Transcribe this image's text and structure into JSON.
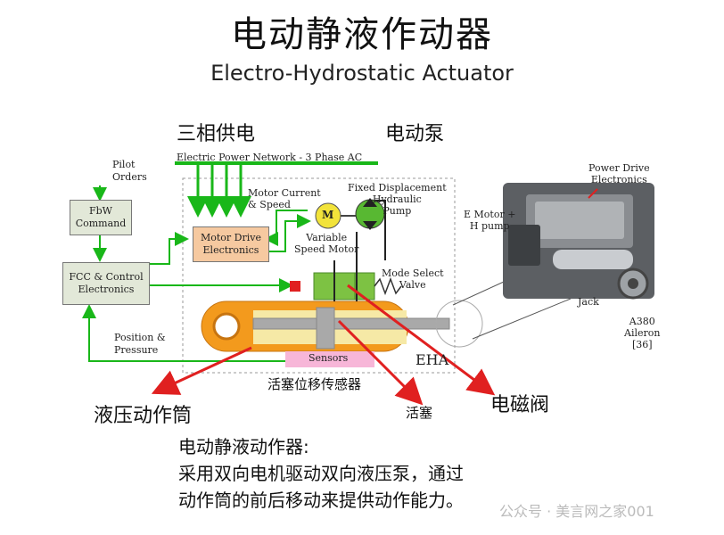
{
  "title": {
    "chinese": "电动静液作动器",
    "english": "Electro-Hydrostatic Actuator"
  },
  "labels_cn": {
    "three_phase": "三相供电",
    "pump": "电动泵",
    "cylinder": "液压动作筒",
    "position_sensor": "活塞位移传感器",
    "piston": "活塞",
    "solenoid_valve": "电磁阀"
  },
  "diagram": {
    "power_network": "Electric Power Network - 3 Phase AC",
    "pilot_orders": "Pilot\nOrders",
    "fbw_command": "FbW\nCommand",
    "fcc": "FCC & Control\nElectronics",
    "motor_current_speed": "Motor Current\n& Speed",
    "motor_drive": "Motor Drive\nElectronics",
    "motor_symbol": "M",
    "variable_speed_motor": "Variable\nSpeed Motor",
    "fixed_displacement_pump": "Fixed Displacement\nHydraulic\nPump",
    "mode_select_valve": "Mode Select\nValve",
    "position_pressure": "Position &\nPressure",
    "sensors": "Sensors",
    "eha": "EHA"
  },
  "photo": {
    "power_drive_electronics": "Power Drive\nElectronics",
    "e_motor_h_pump": "E Motor +\nH pump",
    "jack": "Jack",
    "a380_aileron": "A380\nAileron\n[36]"
  },
  "description": {
    "heading": "电动静液动作器:",
    "line1": "采用双向电机驱动双向液压泵，通过",
    "line2": "动作筒的前后移动来提供动作能力。"
  },
  "watermark": "公众号 · 美言网之家001",
  "colors": {
    "power_green": "#19b719",
    "red_arrow": "#e02020",
    "motor_drive_fill": "#f6c9a0",
    "control_box_fill": "#e2e8d8",
    "cylinder_orange": "#f39a1d",
    "cylinder_inner": "#f6e9a6",
    "piston_grey": "#a9a9a9",
    "valve_green": "#7dc243",
    "sensor_pink": "#f7b6d8",
    "motor_yellow": "#f2e33a",
    "pump_green": "#58b832"
  }
}
